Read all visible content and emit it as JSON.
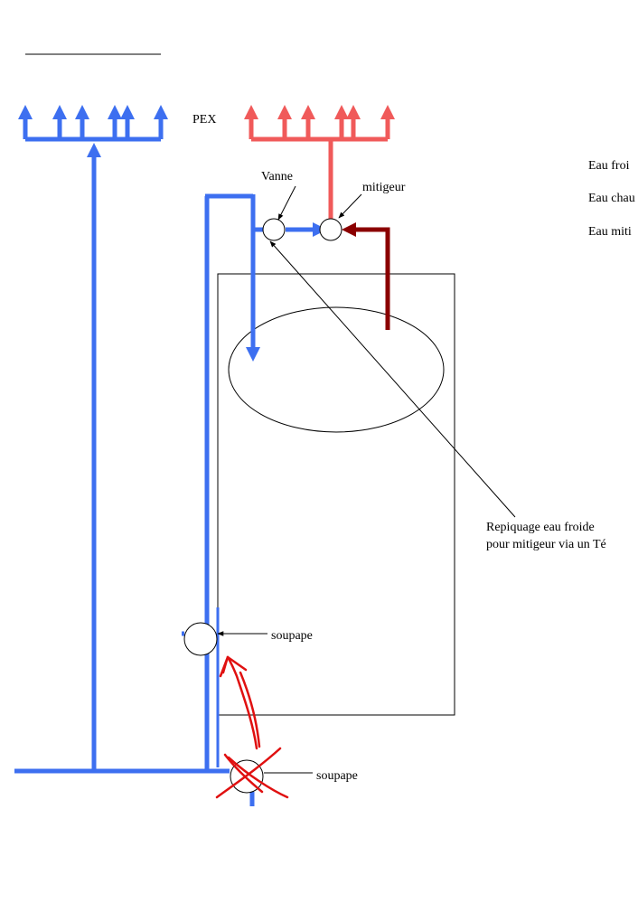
{
  "labels": {
    "pex": "PEX",
    "vanne": "Vanne",
    "mitigeur": "mitigeur",
    "soupape_top": "soupape",
    "soupape_bottom": "soupape",
    "repiquage_line1": "Repiquage eau froide",
    "repiquage_line2": "pour mitigeur via un Té"
  },
  "legend": [
    {
      "label": "Eau froi"
    },
    {
      "label": "Eau chau"
    },
    {
      "label": "Eau miti"
    }
  ],
  "colors": {
    "cold": "#3d6ff0",
    "mixed": "#f05a5a",
    "hot": "#8b0000",
    "annotation": "#e01010",
    "outline": "#000000"
  }
}
